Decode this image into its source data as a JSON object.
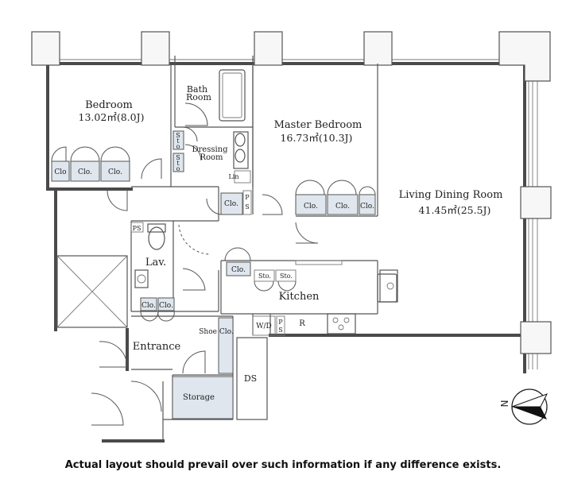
{
  "rooms": {
    "bedroom": {
      "name": "Bedroom",
      "area": "13.02㎡(8.0J)"
    },
    "master_bedroom": {
      "name": "Master Bedroom",
      "area": "16.73㎡(10.3J)"
    },
    "living_dining": {
      "name": "Living Dining Room",
      "area": "41.45㎡(25.5J)"
    },
    "bath": {
      "line1": "Bath",
      "line2": "Room"
    },
    "dressing": {
      "line1": "Dressing",
      "line2": "Room"
    },
    "lav": "Lav.",
    "kitchen": "Kitchen",
    "entrance": "Entrance",
    "storage": "Storage",
    "ds": "DS"
  },
  "closets": {
    "bedroom": [
      "Clo",
      "Clo.",
      "Clo."
    ],
    "master": [
      "Clo.",
      "Clo.",
      "Clo."
    ],
    "hall": "Clo.",
    "kitchen_clo": "Clo.",
    "entry": [
      "Clo.",
      "Clo."
    ],
    "shoe": "Shoe Clo."
  },
  "small_labels": {
    "sto1": "Sto.",
    "sto2": "Sto.",
    "wd": "W/D",
    "ps": "PS",
    "ps_v1": [
      "P",
      "S"
    ],
    "ps_v2": [
      "P",
      "S"
    ],
    "r": "R",
    "lin": "Lin",
    "sto_v1": [
      "S",
      "t",
      "o"
    ],
    "sto_v2": [
      "S",
      "t",
      "o"
    ]
  },
  "compass": {
    "label": "N"
  },
  "caption": "Actual layout should prevail over such information if any difference exists."
}
